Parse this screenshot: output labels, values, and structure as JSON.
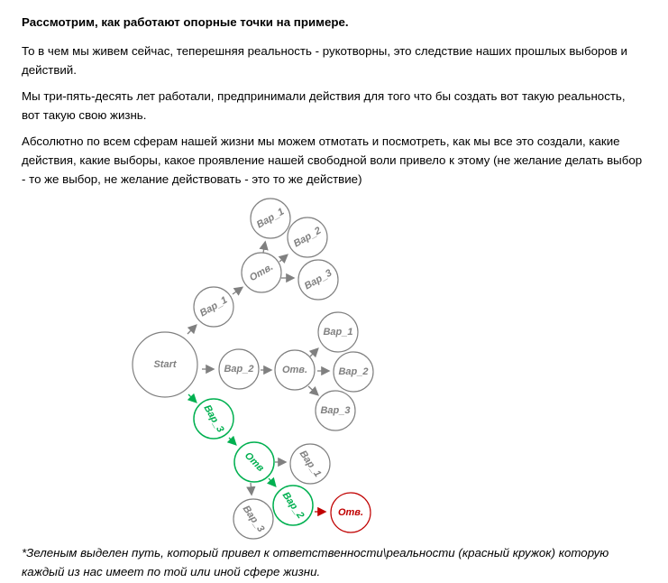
{
  "heading": "Рассмотрим, как работают опорные точки на примере.",
  "paragraphs": [
    "То в чем мы живем сейчас, теперешняя реальность - рукотворны, это следствие наших прошлых выборов и действий.",
    "Мы три-пять-десять лет работали, предпринимали действия для того что бы создать вот такую реальность, вот такую свою жизнь.",
    "Абсолютно по всем сферам нашей жизни мы можем отмотать и посмотреть, как мы все это создали, какие действия, какие выборы, какое проявление нашей свободной воли привело к этому (не желание делать выбор - то же выбор, не желание действовать - это то же действие)"
  ],
  "diagram": {
    "start": "Start",
    "top": {
      "var1": "Вар_1",
      "otv": "Отв.",
      "sub": [
        "Вар_1",
        "Вар_2",
        "Вар_3"
      ]
    },
    "middle": {
      "var2": "Вар_2",
      "otv": "Отв.",
      "sub": [
        "Вар_1",
        "Вар_2",
        "Вар_3"
      ]
    },
    "green": {
      "var3": "Вар_3",
      "otv": "Отв",
      "var2": "Вар_2",
      "sub1": "Вар_1",
      "sub3": "Вар_3"
    },
    "result": "Отв.",
    "colors": {
      "gray": "#808080",
      "green": "#00b050",
      "red": "#c00000"
    }
  },
  "note": "*Зеленым выделен путь, который привел к ответственности\\реальности (красный кружок) которую каждый из нас имеет по той или иной сфере жизни."
}
